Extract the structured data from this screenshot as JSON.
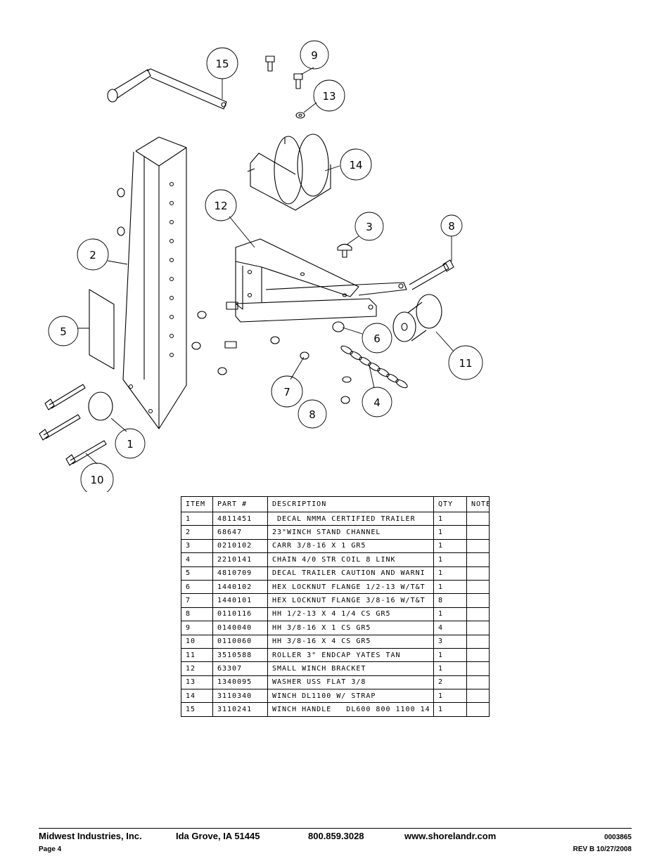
{
  "callouts": [
    "15",
    "9",
    "13",
    "14",
    "12",
    "3",
    "8",
    "2",
    "5",
    "6",
    "11",
    "7",
    "8",
    "4",
    "1",
    "10"
  ],
  "parts_table": {
    "headers": [
      "ITEM",
      "PART #",
      "DESCRIPTION",
      "QTY",
      "NOTE"
    ],
    "rows": [
      [
        "1",
        "4811451",
        " DECAL NMMA CERTIFIED TRAILER",
        "1",
        ""
      ],
      [
        "2",
        "68647",
        "23\"WINCH STAND CHANNEL",
        "1",
        ""
      ],
      [
        "3",
        "0210102",
        "CARR 3/8-16 X 1 GR5",
        "1",
        ""
      ],
      [
        "4",
        "2210141",
        "CHAIN 4/0 STR COIL 8 LINK",
        "1",
        ""
      ],
      [
        "5",
        "4810709",
        "DECAL TRAILER CAUTION AND WARNI",
        "1",
        ""
      ],
      [
        "6",
        "1440102",
        "HEX LOCKNUT FLANGE 1/2-13 W/T&T",
        "1",
        ""
      ],
      [
        "7",
        "1440101",
        "HEX LOCKNUT FLANGE 3/8-16 W/T&T",
        "8",
        ""
      ],
      [
        "8",
        "0110116",
        "HH 1/2-13 X 4 1/4 CS GR5",
        "1",
        ""
      ],
      [
        "9",
        "0140040",
        "HH 3/8-16 X 1 CS GR5",
        "4",
        ""
      ],
      [
        "10",
        "0110060",
        "HH 3/8-16 X 4 CS GR5",
        "3",
        ""
      ],
      [
        "11",
        "3510588",
        "ROLLER 3\" ENDCAP YATES TAN",
        "1",
        ""
      ],
      [
        "12",
        "63307",
        "SMALL WINCH BRACKET",
        "1",
        ""
      ],
      [
        "13",
        "1340095",
        "WASHER USS FLAT 3/8",
        "2",
        ""
      ],
      [
        "14",
        "3110340",
        "WINCH DL1100 W/ STRAP",
        "1",
        ""
      ],
      [
        "15",
        "3110241",
        "WINCH HANDLE   DL600 800 1100 14",
        "1",
        ""
      ]
    ]
  },
  "footer": {
    "company": "Midwest Industries, Inc.",
    "location": "Ida Grove, IA  51445",
    "phone": "800.859.3028",
    "website": "www.shorelandr.com",
    "doc_number": "0003865",
    "page": "Page 4",
    "revision": "REV B  10/27/2008"
  }
}
